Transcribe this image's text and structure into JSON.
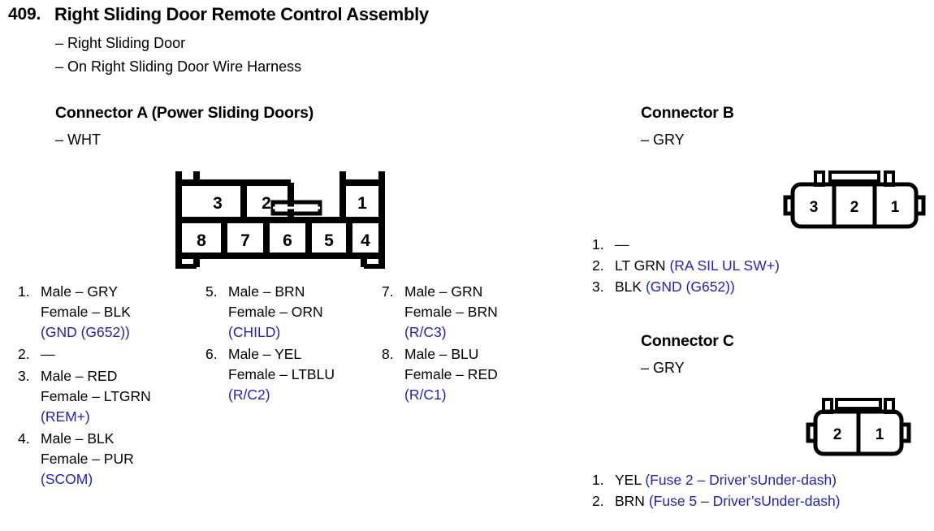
{
  "header": {
    "number": "409.",
    "title": "Right Sliding Door Remote Control Assembly",
    "subtitles": [
      "– Right Sliding Door",
      "– On Right Sliding Door Wire Harness"
    ]
  },
  "colors": {
    "circuit_label": "#2222bb",
    "text": "#000000",
    "outline": "#000000",
    "background": "#ffffff"
  },
  "connector_a": {
    "title": "Connector A (Power Sliding Doors)",
    "subtitle": "– WHT",
    "diagram": {
      "type": "8-pin-rectangular",
      "top_row": [
        "3",
        "2",
        "",
        "1"
      ],
      "bottom_row": [
        "8",
        "7",
        "6",
        "5",
        "4"
      ]
    },
    "pins_col1": [
      {
        "num": "1.",
        "lines": [
          "Male – GRY",
          "Female – BLK"
        ],
        "circuit": "(GND (G652))"
      },
      {
        "num": "2.",
        "lines": [
          "—"
        ],
        "circuit": ""
      },
      {
        "num": "3.",
        "lines": [
          "Male – RED",
          "Female – LTGRN"
        ],
        "circuit": "(REM+)"
      },
      {
        "num": "4.",
        "lines": [
          "Male – BLK",
          "Female – PUR"
        ],
        "circuit": "(SCOM)"
      }
    ],
    "pins_col2": [
      {
        "num": "5.",
        "lines": [
          "Male – BRN",
          "Female – ORN"
        ],
        "circuit": "(CHILD)"
      },
      {
        "num": "6.",
        "lines": [
          "Male – YEL",
          "Female – LTBLU"
        ],
        "circuit": "(R/C2)"
      }
    ],
    "pins_col3": [
      {
        "num": "7.",
        "lines": [
          "Male – GRN",
          "Female – BRN"
        ],
        "circuit": "(R/C3)"
      },
      {
        "num": "8.",
        "lines": [
          "Male – BLU",
          "Female – RED"
        ],
        "circuit": "(R/C1)"
      }
    ]
  },
  "connector_b": {
    "title": "Connector B",
    "subtitle": "– GRY",
    "diagram": {
      "type": "3-pin-rounded",
      "pins": [
        "3",
        "2",
        "1"
      ]
    },
    "pins": [
      {
        "num": "1.",
        "wire": "—",
        "circuit": ""
      },
      {
        "num": "2.",
        "wire": "LT GRN",
        "circuit": "(RA SIL UL SW+)"
      },
      {
        "num": "3.",
        "wire": "BLK",
        "circuit": "(GND (G652))"
      }
    ]
  },
  "connector_c": {
    "title": "Connector C",
    "subtitle": "– GRY",
    "diagram": {
      "type": "2-pin-rounded",
      "pins": [
        "2",
        "1"
      ]
    },
    "pins": [
      {
        "num": "1.",
        "wire": "YEL",
        "circuit": "(Fuse 2 – Driver’sUnder-dash)"
      },
      {
        "num": "2.",
        "wire": "BRN",
        "circuit": "(Fuse 5 – Driver’sUnder-dash)"
      }
    ]
  }
}
